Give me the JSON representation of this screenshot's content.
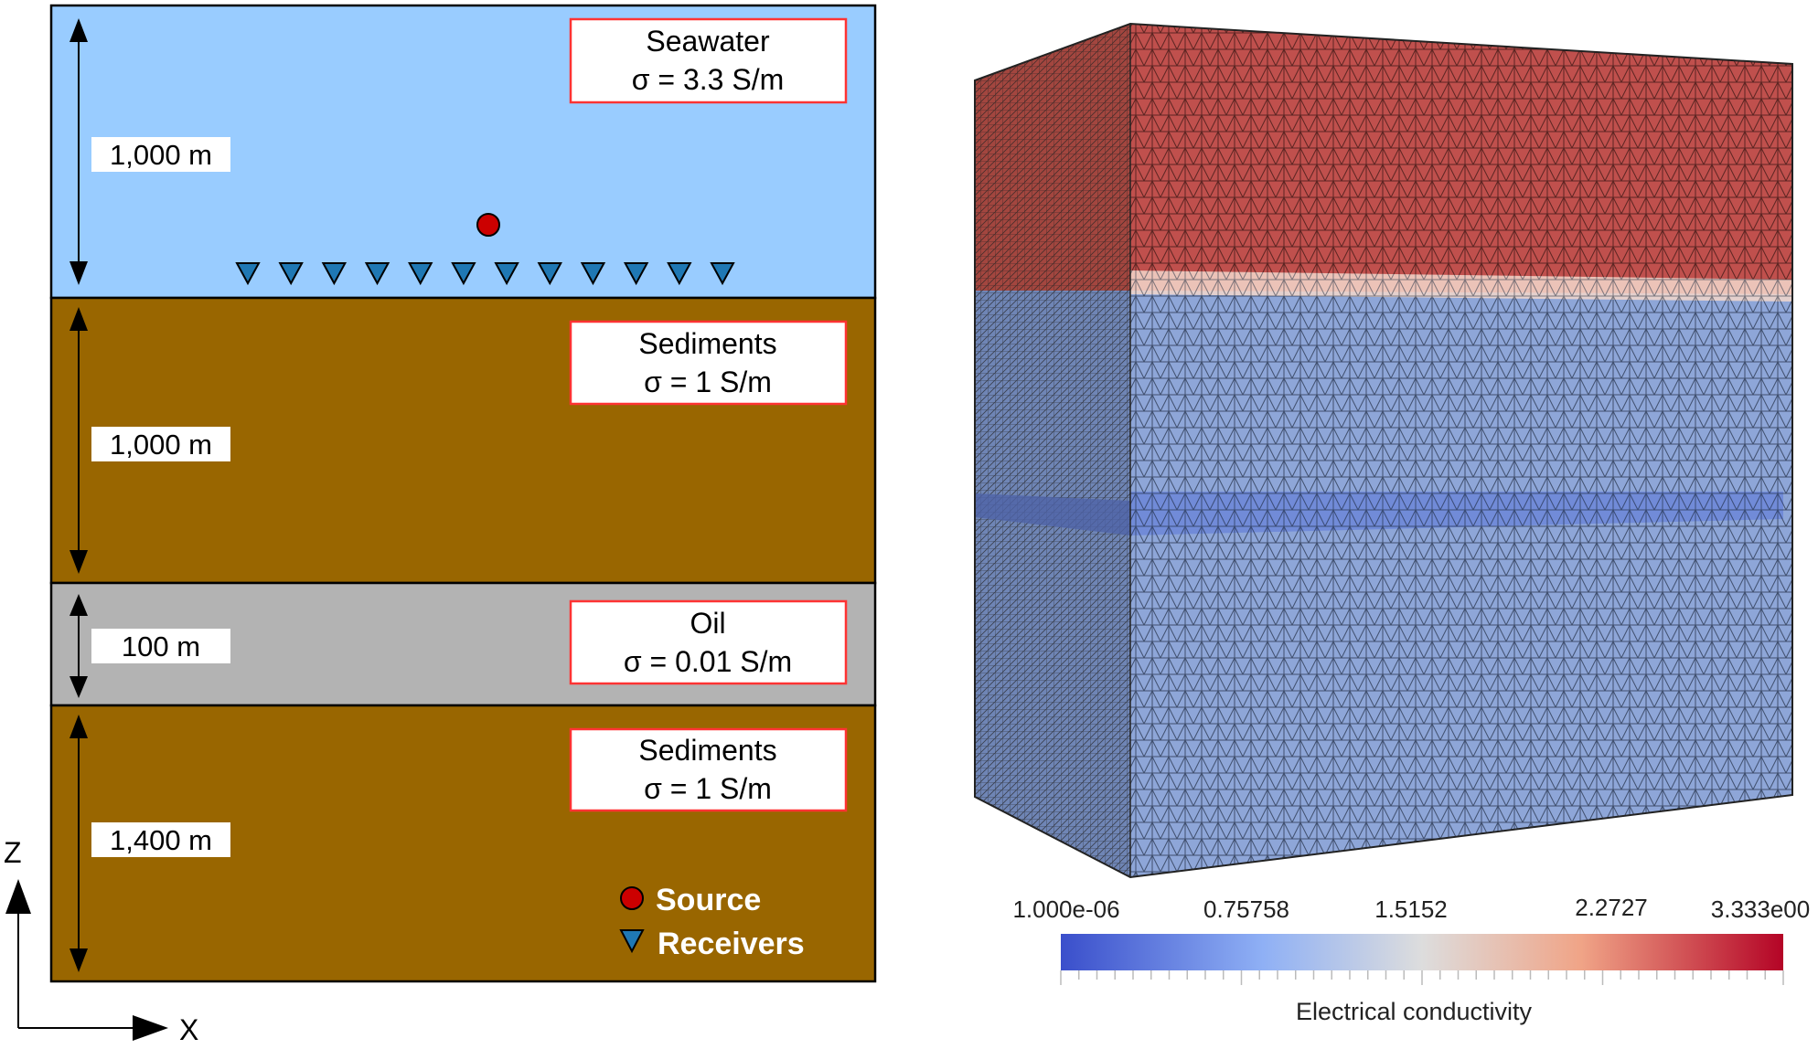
{
  "colors": {
    "seawater": "#99ccff",
    "sediments": "#996600",
    "oil": "#b3b3b3",
    "label_border": "#ff3333",
    "source": "#cc0000",
    "receivers": "#1f78b4",
    "mesh_sea": "#c0504d",
    "mesh_sed": "#8ea6d8",
    "mesh_oil": "#6c86d8",
    "colorbar_low": "#3a4fcb",
    "colorbar_mid": "#dddddd",
    "colorbar_high": "#b40426"
  },
  "layers": [
    {
      "name": "Seawater",
      "conductivity": "σ = 3.3 S/m",
      "thickness": "1,000 m"
    },
    {
      "name": "Sediments",
      "conductivity": "σ = 1 S/m",
      "thickness": "1,000 m"
    },
    {
      "name": "Oil",
      "conductivity": "σ = 0.01 S/m",
      "thickness": "100 m"
    },
    {
      "name": "Sediments",
      "conductivity": "σ = 1 S/m",
      "thickness": "1,400 m"
    }
  ],
  "legend": {
    "source": "Source",
    "receivers": "Receivers"
  },
  "axes": {
    "z": "Z",
    "x": "X"
  },
  "receiver_count": 12,
  "colorbar": {
    "ticks": [
      "1.000e-06",
      "0.75758",
      "1.5152",
      "2.2727",
      "3.333e00"
    ],
    "title": "Electrical conductivity"
  }
}
